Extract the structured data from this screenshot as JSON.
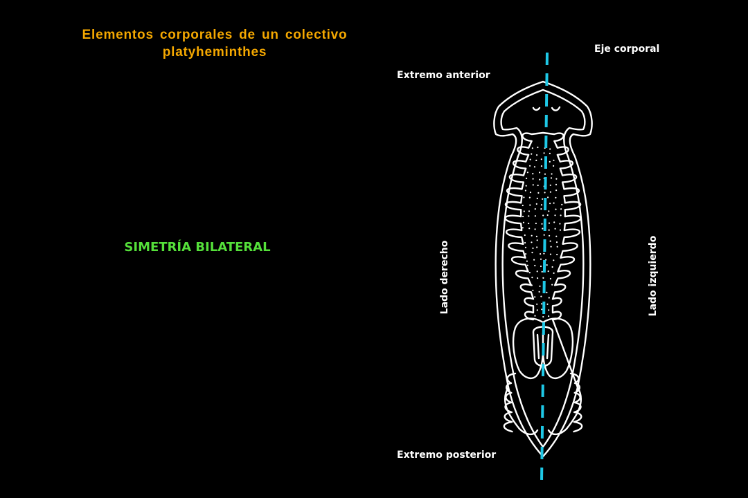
{
  "title": "Elementos corporales de un colectivo platyheminthes",
  "subtitle": "SIMETRÍA BILATERAL",
  "labels": {
    "eje": "Eje corporal",
    "anterior": "Extremo anterior",
    "posterior": "Extremo posterior",
    "derecho": "Lado derecho",
    "izquierdo": "Lado izquierdo"
  },
  "colors": {
    "background": "#000000",
    "title": "#f5a800",
    "subtitle": "#55e03a",
    "labels": "#ffffff",
    "axis": "#1ec8e6",
    "outline": "#ffffff"
  },
  "icons": {
    "diagram": "flatworm-planarian-outline"
  }
}
